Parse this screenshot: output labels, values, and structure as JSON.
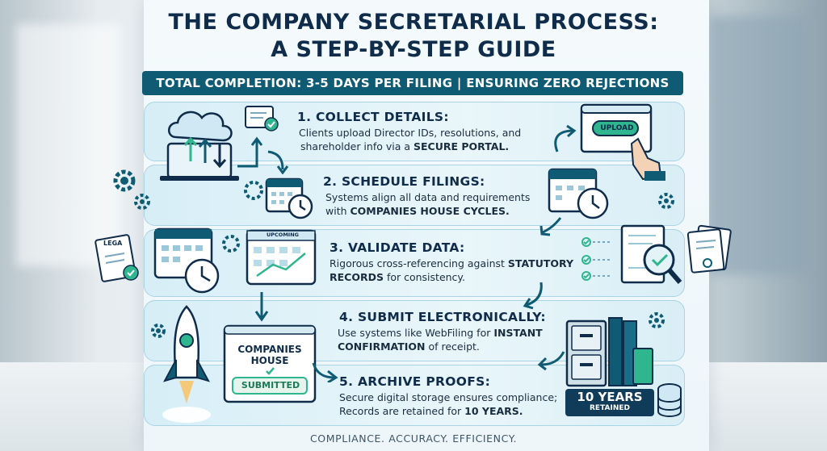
{
  "title": {
    "line1": "THE COMPANY SECRETARIAL PROCESS:",
    "line2": "A STEP-BY-STEP GUIDE"
  },
  "banner": {
    "text": "TOTAL COMPLETION: 3-5 DAYS PER FILING | ENSURING ZERO REJECTIONS"
  },
  "steps": [
    {
      "title": "1. COLLECT DETAILS:",
      "text_a": "Clients upload Director IDs, resolutions, and",
      "text_b_pre": "shareholder info via a ",
      "text_b_bold": "SECURE PORTAL."
    },
    {
      "title": "2. SCHEDULE FILINGS:",
      "text_a": "Systems align all data and requirements",
      "text_b_pre": "with ",
      "text_b_bold": "COMPANIES HOUSE CYCLES."
    },
    {
      "title": "3. VALIDATE DATA:",
      "text_a_pre": "Rigorous cross-referencing against ",
      "text_a_bold": "STATUTORY",
      "text_b_bold": "RECORDS",
      "text_b_post": " for consistency."
    },
    {
      "title": "4. SUBMIT ELECTRONICALLY:",
      "text_a_pre": "Use systems like WebFiling for ",
      "text_a_bold": "INSTANT",
      "text_b_bold": "CONFIRMATION",
      "text_b_post": " of receipt."
    },
    {
      "title": "5. ARCHIVE PROOFS:",
      "text_a": "Secure digital storage ensures compliance;",
      "text_b_pre": "Records are retained for ",
      "text_b_bold": "10 YEARS."
    }
  ],
  "illustrations": {
    "upload_label": "UPLOAD",
    "calendar_label": "UPCOMING",
    "legal_doc_label": "LEGA",
    "companies_house_line1": "COMPANIES",
    "companies_house_line2": "HOUSE",
    "submitted_label": "SUBMITTED",
    "years_big": "10 YEARS",
    "years_small": "RETAINED"
  },
  "footer": {
    "text": "COMPLIANCE. ACCURACY. EFFICIENCY."
  },
  "colors": {
    "navy": "#0f2c4a",
    "teal": "#0f5b73",
    "accent_green": "#2fb68e",
    "panel_blue": "#d7eef7"
  }
}
